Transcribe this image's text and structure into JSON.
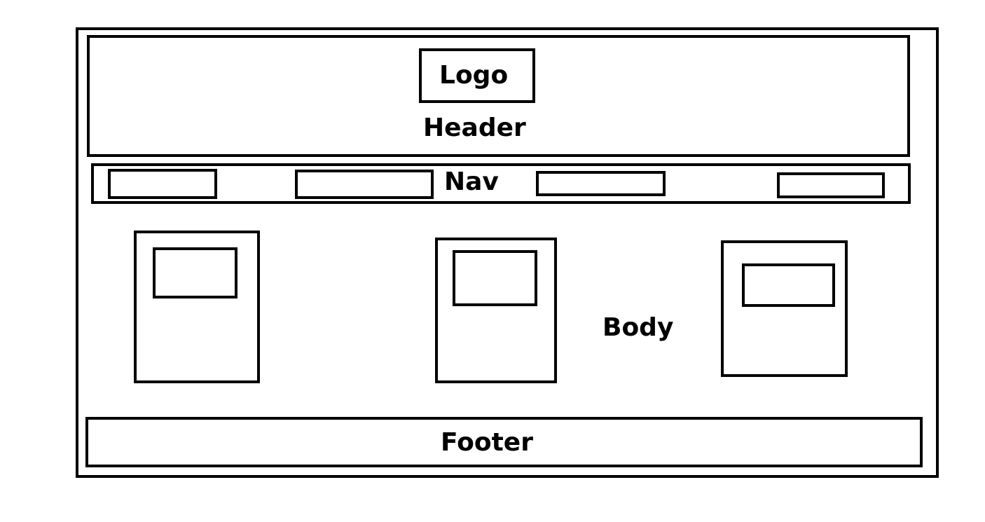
{
  "logo": {
    "label": "Logo"
  },
  "header": {
    "label": "Header"
  },
  "nav": {
    "label": "Nav",
    "items": [
      "",
      "",
      "",
      ""
    ]
  },
  "body": {
    "label": "Body",
    "cards": [
      "",
      "",
      ""
    ]
  },
  "footer": {
    "label": "Footer"
  },
  "colors": {
    "stroke": "#000000",
    "background": "#ffffff"
  }
}
